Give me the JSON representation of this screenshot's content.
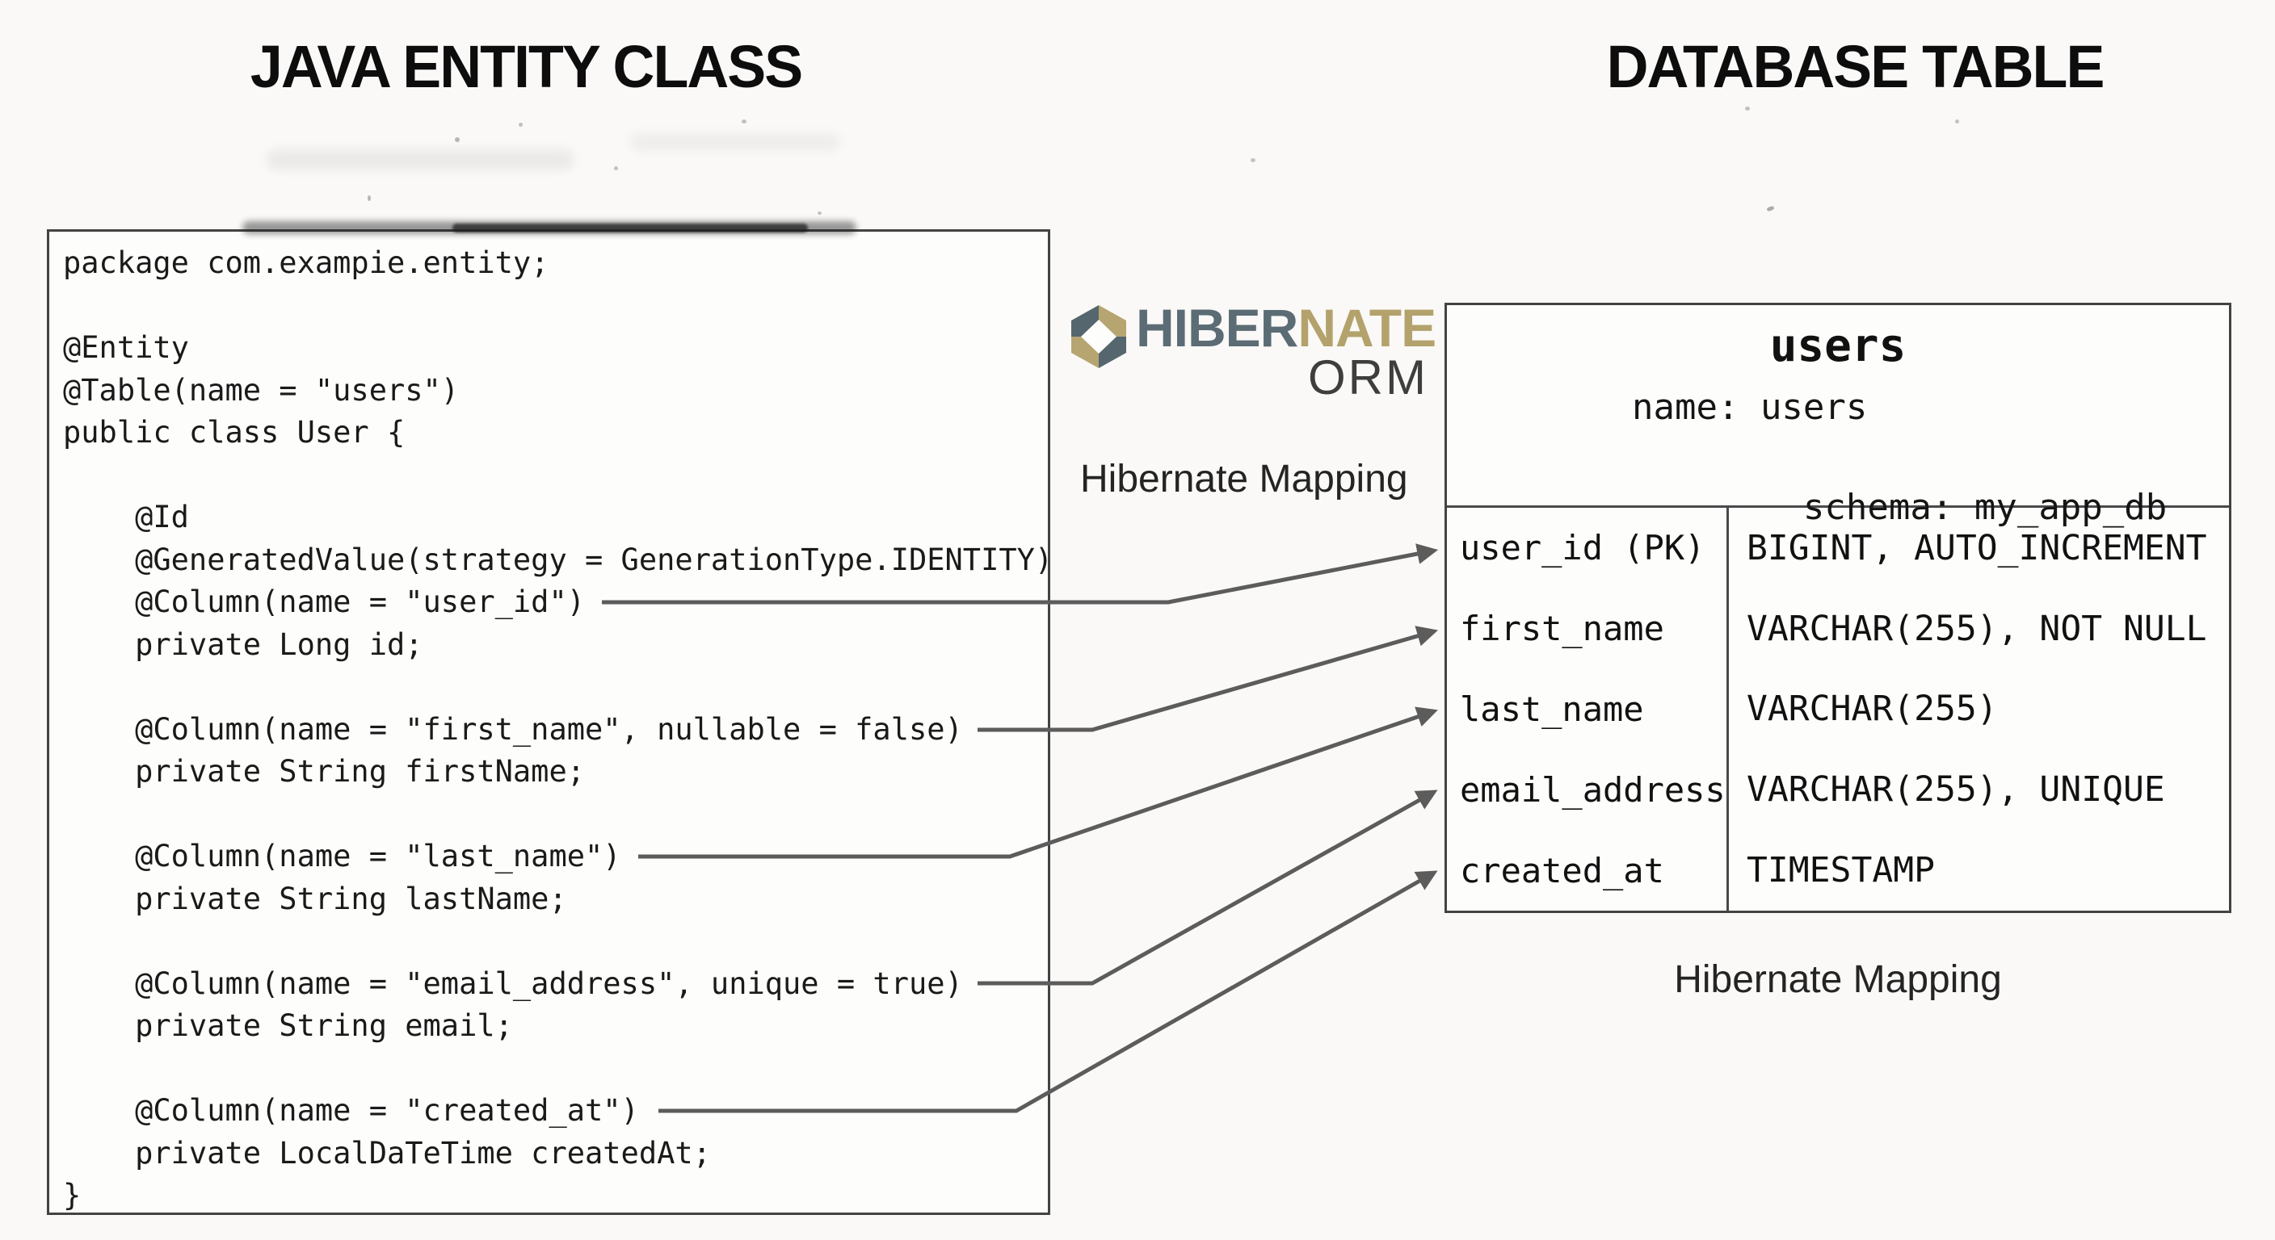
{
  "titles": {
    "left": "JAVA ENTITY CLASS",
    "right": "DATABASE TABLE"
  },
  "code_panel": {
    "lines": [
      "package com.exampie.entity;",
      "",
      "@Entity",
      "@Table(name = \"users\")",
      "public class User {",
      "",
      "    @Id",
      "    @GeneratedValue(strategy = GenerationType.IDENTITY)",
      "    @Column(name = \"user_id\")",
      "    private Long id;",
      "",
      "    @Column(name = \"first_name\", nullable = false)",
      "    private String firstName;",
      "",
      "    @Column(name = \"last_name\")",
      "    private String lastName;",
      "",
      "    @Column(name = \"email_address\", unique = true)",
      "    private String email;",
      "",
      "    @Column(name = \"created_at\")",
      "    private LocalDaTeTime createdAt;",
      "}"
    ]
  },
  "hibernate_logo": {
    "icon": "hibernate-hexagon-icon",
    "word_primary": "HIBER",
    "word_accent": "NATE",
    "word_sub": "ORM",
    "mapping_label": "Hibernate Mapping"
  },
  "db_table": {
    "title": "users",
    "meta_line1": "name: users",
    "meta_line2": "schema: my_app_db",
    "columns": [
      {
        "name": "user_id (PK)",
        "type": "BIGINT, AUTO_INCREMENT"
      },
      {
        "name": "first_name",
        "type": "VARCHAR(255), NOT NULL"
      },
      {
        "name": "last_name",
        "type": "VARCHAR(255)"
      },
      {
        "name": "email_address",
        "type": "VARCHAR(255), UNIQUE"
      },
      {
        "name": "created_at",
        "type": "TIMESTAMP"
      }
    ],
    "caption": "Hibernate Mapping"
  },
  "colors": {
    "brand_slate": "#5b6c75",
    "brand_gold": "#b4a26c",
    "arrow_gray": "#5c5c5c",
    "border_gray": "#434343",
    "ink": "#1a1a1a"
  }
}
